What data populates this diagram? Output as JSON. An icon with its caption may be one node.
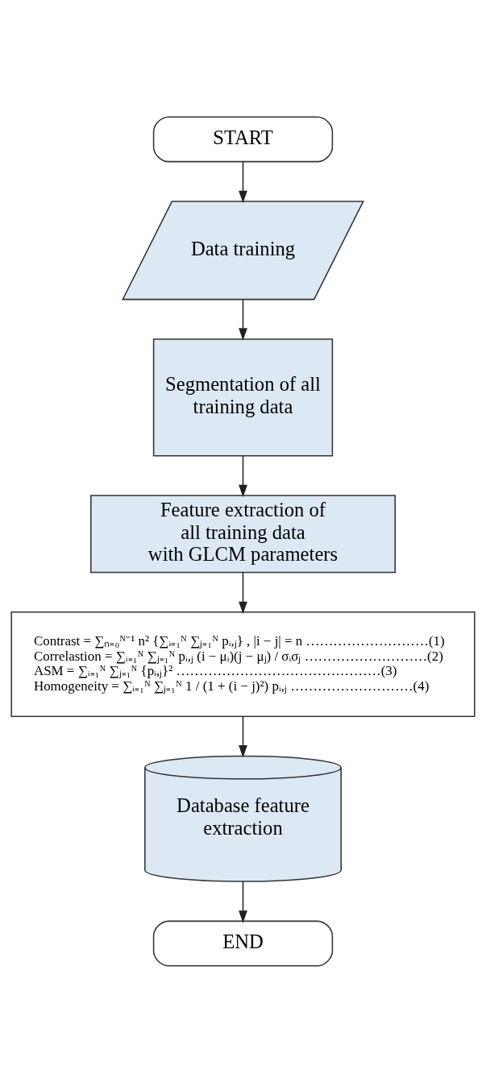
{
  "diagram": {
    "nodes": [
      {
        "text": [
          "START"
        ]
      },
      {
        "text": [
          "Data training"
        ]
      },
      {
        "text": [
          "Segmentation of all training data"
        ]
      },
      {
        "text": [
          "Feature extraction of all training data with GLCM parameters"
        ]
      },
      {
        "text": [
          "Contrast = ∑ₙ₌₀ᴺ⁻¹ n² {∑ᵢ₌₁ᴺ ∑ⱼ₌₁ᴺ pᵢ,ⱼ} , |i − j| = n ………………………(1)",
          "Correlastion = ∑ᵢ₌₁ᴺ ∑ⱼ₌₁ᴺ pᵢ,ⱼ (i − μᵢ)(j − μⱼ) / σᵢσⱼ ………………………(2)",
          "ASM = ∑ᵢ₌₁ᴺ ∑ⱼ₌₁ᴺ {pᵢ,ⱼ}² ………………………………………(3)",
          "Homogeneity = ∑ᵢ₌₁ᴺ ∑ⱼ₌₁ᴺ 1 / (1 + (i − j)²) pᵢ,ⱼ ………………………(4)"
        ]
      },
      {
        "text": [
          "Database feature extraction"
        ]
      },
      {
        "text": [
          "END"
        ]
      }
    ],
    "edges": [
      {
        "from": 0,
        "to": 1,
        "arrow": "to"
      },
      {
        "from": 1,
        "to": 2,
        "arrow": "to"
      },
      {
        "from": 2,
        "to": 3,
        "arrow": "to"
      },
      {
        "from": 3,
        "to": 4,
        "arrow": "to"
      },
      {
        "from": 4,
        "to": 5,
        "arrow": "to"
      },
      {
        "from": 5,
        "to": 6,
        "arrow": "to"
      }
    ]
  }
}
